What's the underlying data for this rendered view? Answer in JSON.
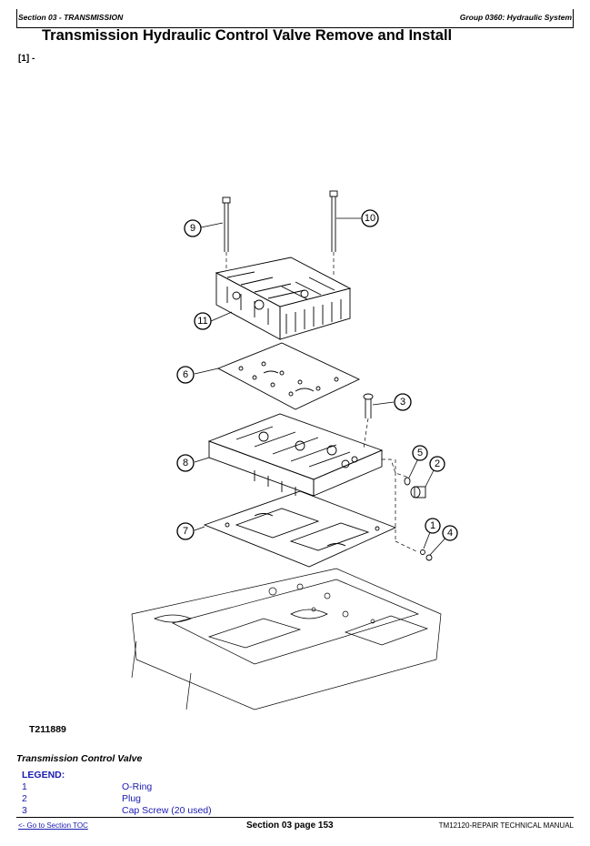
{
  "header": {
    "section": "Section 03 - TRANSMISSION",
    "group": "Group 0360: Hydraulic System"
  },
  "title": "Transmission Hydraulic Control Valve Remove and Install",
  "reference": "[1] -",
  "figure": {
    "id": "T211889",
    "callouts": [
      "9",
      "10",
      "11",
      "6",
      "3",
      "8",
      "5",
      "2",
      "7",
      "1",
      "4"
    ]
  },
  "caption": "Transmission Control Valve",
  "legend": {
    "title": "LEGEND:",
    "items": [
      {
        "num": "1",
        "desc": "O-Ring"
      },
      {
        "num": "2",
        "desc": "Plug"
      },
      {
        "num": "3",
        "desc": "Cap Screw (20 used)"
      }
    ]
  },
  "footer": {
    "toc_link": "<- Go to Section TOC",
    "page": "Section 03 page 153",
    "manual": "TM12120-REPAIR TECHNICAL MANUAL"
  }
}
